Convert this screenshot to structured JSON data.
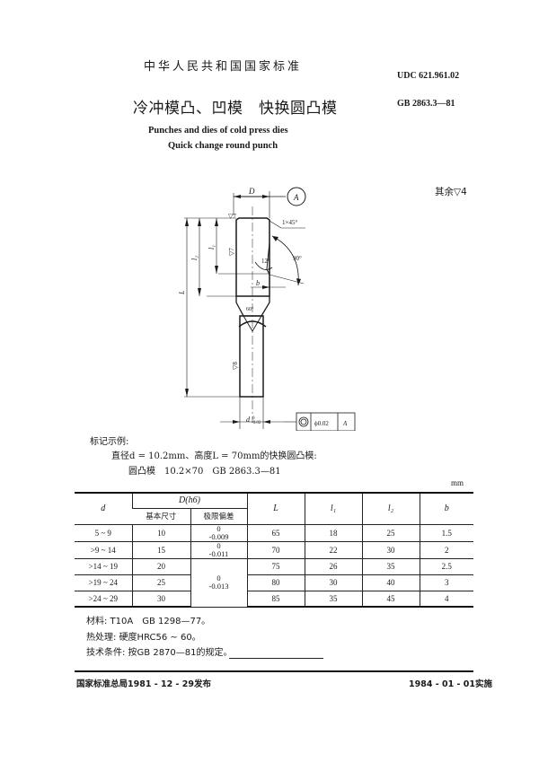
{
  "header": {
    "organization": "中华人民共和国国家标准",
    "udc": "UDC 621.961.02",
    "title_cn": "冷冲模凸、凹模　快换圆凸模",
    "standard_no": "GB 2863.3—81",
    "title_en_1": "Punches and dies of cold press dies",
    "title_en_2": "Quick change round punch"
  },
  "drawing": {
    "roughness_other": "其余▽4",
    "labels": {
      "D": "D",
      "datum": "A",
      "chamfer": "1×45°",
      "angle_90": "90°",
      "angle_12": "12°",
      "angle_60": "60°",
      "b": "b",
      "l1": "l₁",
      "l2": "l₂",
      "L": "L",
      "rough_top": "▽7",
      "rough_body": "▽7",
      "rough_shank": "▽8",
      "d_tol": "d",
      "d_tol_upper": "0",
      "d_tol_lower": "-0.02",
      "concentricity_symbol": "◎",
      "concentricity_value": "ϕ0.02",
      "concentricity_datum": "A"
    }
  },
  "marking_example": {
    "label": "标记示例:",
    "line1": "直径d = 10.2mm、高度L = 70mm的快换圆凸模:",
    "line2": "圆凸模　10.2×70　GB 2863.3—81"
  },
  "table": {
    "unit": "mm",
    "headers": {
      "d": "d",
      "D_group": "D(h6)",
      "D_basic": "基本尺寸",
      "D_tolerance": "极限偏差",
      "L": "L",
      "l1": "l₁",
      "l2": "l₂",
      "b": "b"
    },
    "rows": [
      {
        "d": "5 ~ 9",
        "D": "10",
        "tol_upper": "0",
        "tol_lower": "-0.009",
        "L": "65",
        "l1": "18",
        "l2": "25",
        "b": "1.5"
      },
      {
        "d": ">9 ~ 14",
        "D": "15",
        "tol_upper": "0",
        "tol_lower": "-0.011",
        "L": "70",
        "l1": "22",
        "l2": "30",
        "b": "2"
      },
      {
        "d": ">14 ~ 19",
        "D": "20",
        "tol_upper": "0",
        "tol_lower": "-0.013",
        "L": "75",
        "l1": "26",
        "l2": "35",
        "b": "2.5"
      },
      {
        "d": ">19 ~ 24",
        "D": "25",
        "L": "80",
        "l1": "30",
        "l2": "40",
        "b": "3"
      },
      {
        "d": ">24 ~ 29",
        "D": "30",
        "L": "85",
        "l1": "35",
        "l2": "45",
        "b": "4"
      }
    ]
  },
  "requirements": {
    "material": "材料: T10A　GB 1298—77。",
    "heat_treatment": "热处理: 硬度HRC56 ~ 60。",
    "technical": "技术条件: 按GB 2870—81的规定。"
  },
  "footer": {
    "issued": "国家标准总局1981 - 12 - 29发布",
    "effective": "1984 - 01 - 01实施"
  }
}
